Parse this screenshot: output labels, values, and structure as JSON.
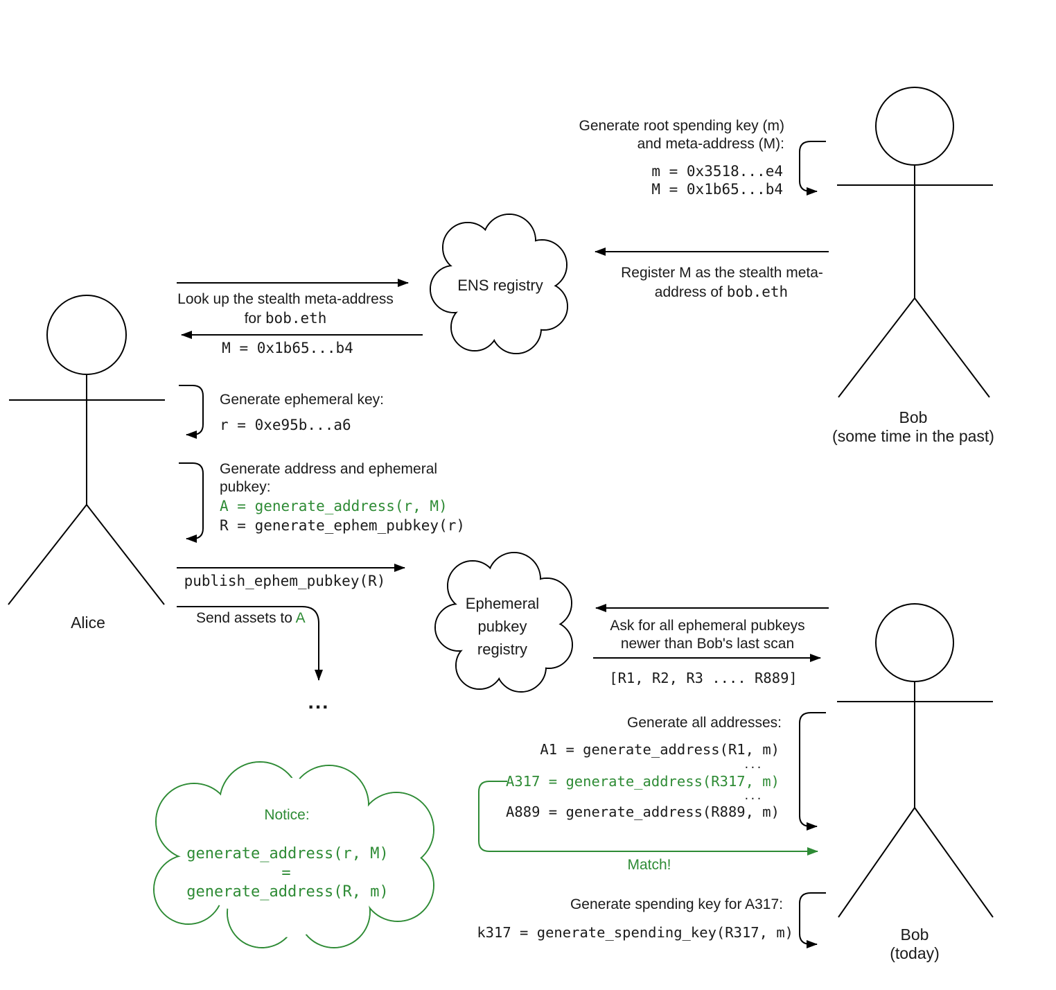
{
  "colors": {
    "ink": "#1a1a1a",
    "line": "#000000",
    "green": "#2e8b35",
    "background": "#ffffff"
  },
  "actors": {
    "alice": {
      "label": "Alice"
    },
    "bob_past": {
      "label": "Bob",
      "sublabel": "(some time in the past)"
    },
    "bob_today": {
      "label": "Bob",
      "sublabel": "(today)"
    }
  },
  "clouds": {
    "ens": {
      "label": "ENS registry"
    },
    "ephemeral": {
      "line1": "Ephemeral",
      "line2": "pubkey",
      "line3": "registry"
    },
    "notice": {
      "title": "Notice:",
      "code1": "generate_address(r, M)",
      "equals": "=",
      "code2": "generate_address(R, m)"
    }
  },
  "steps": {
    "bob_generate_root": {
      "line1": "Generate root spending key (m)",
      "line2": "and meta-address (M):",
      "code1": "m = 0x3518...e4",
      "code2": "M = 0x1b65...b4"
    },
    "register": {
      "line1": "Register M as the stealth meta-",
      "line2_prefix": "address of ",
      "domain": "bob.eth"
    },
    "lookup": {
      "line1": "Look up the stealth meta-address",
      "line2_prefix": "for ",
      "domain": "bob.eth"
    },
    "lookup_result": "M = 0x1b65...b4",
    "gen_ephemeral": {
      "title": "Generate ephemeral key:",
      "code": "r = 0xe95b...a6"
    },
    "gen_address": {
      "line1": "Generate address and ephemeral",
      "line2": "pubkey:",
      "code_green": "A = generate_address(r, M)",
      "code_black": "R = generate_ephem_pubkey(r)"
    },
    "publish": "publish_ephem_pubkey(R)",
    "send_assets": {
      "prefix": "Send assets to ",
      "target": "A"
    },
    "ellipsis": "...",
    "ask": {
      "line1": "Ask for all ephemeral pubkeys",
      "line2": "newer than Bob's last scan"
    },
    "scan_result": "[R1, R2, R3 .... R889]",
    "gen_all": {
      "title": "Generate all addresses:",
      "code1": "A1 = generate_address(R1, m)",
      "dots1": "...",
      "code2": "A317 = generate_address(R317, m)",
      "dots2": "...",
      "code3": "A889 = generate_address(R889, m)"
    },
    "match": "Match!",
    "gen_spend": {
      "title": "Generate spending key for A317:",
      "code": "k317 = generate_spending_key(R317, m)"
    }
  }
}
